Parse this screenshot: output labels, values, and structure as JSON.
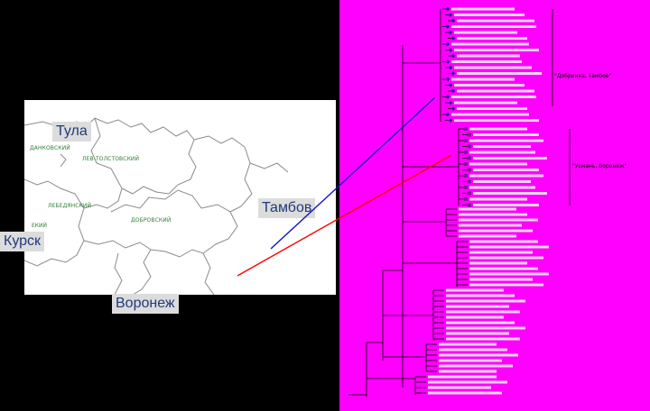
{
  "cities": {
    "tula": "Тула",
    "tambov": "Тамбов",
    "kursk": "Курск",
    "voronezh": "Воронеж"
  },
  "districts": {
    "dankovsky": "ДАНКОВСКИЙ",
    "lev_tolstovsky": "ЛЕВ-ТОЛСТОВСКИЙ",
    "lebedyansky": "ЛЕБЕДЯНСКИЙ",
    "dobrovsky": "ДОБРОВСКИЙ"
  },
  "clades": {
    "dobrinka_tambov": "\"Добринка, Тамбов\"",
    "usman_voronezh": "\"Усмань, Воронеж\""
  },
  "colors": {
    "tree_background": "#ff00ff",
    "blue_marker": "#1a1aa0",
    "purple_marker": "#7a1aa0",
    "blue_line": "#1515c0",
    "red_line": "#ff0000",
    "label_bg": "#dcdcdc",
    "label_text": "#1f3a7a"
  }
}
